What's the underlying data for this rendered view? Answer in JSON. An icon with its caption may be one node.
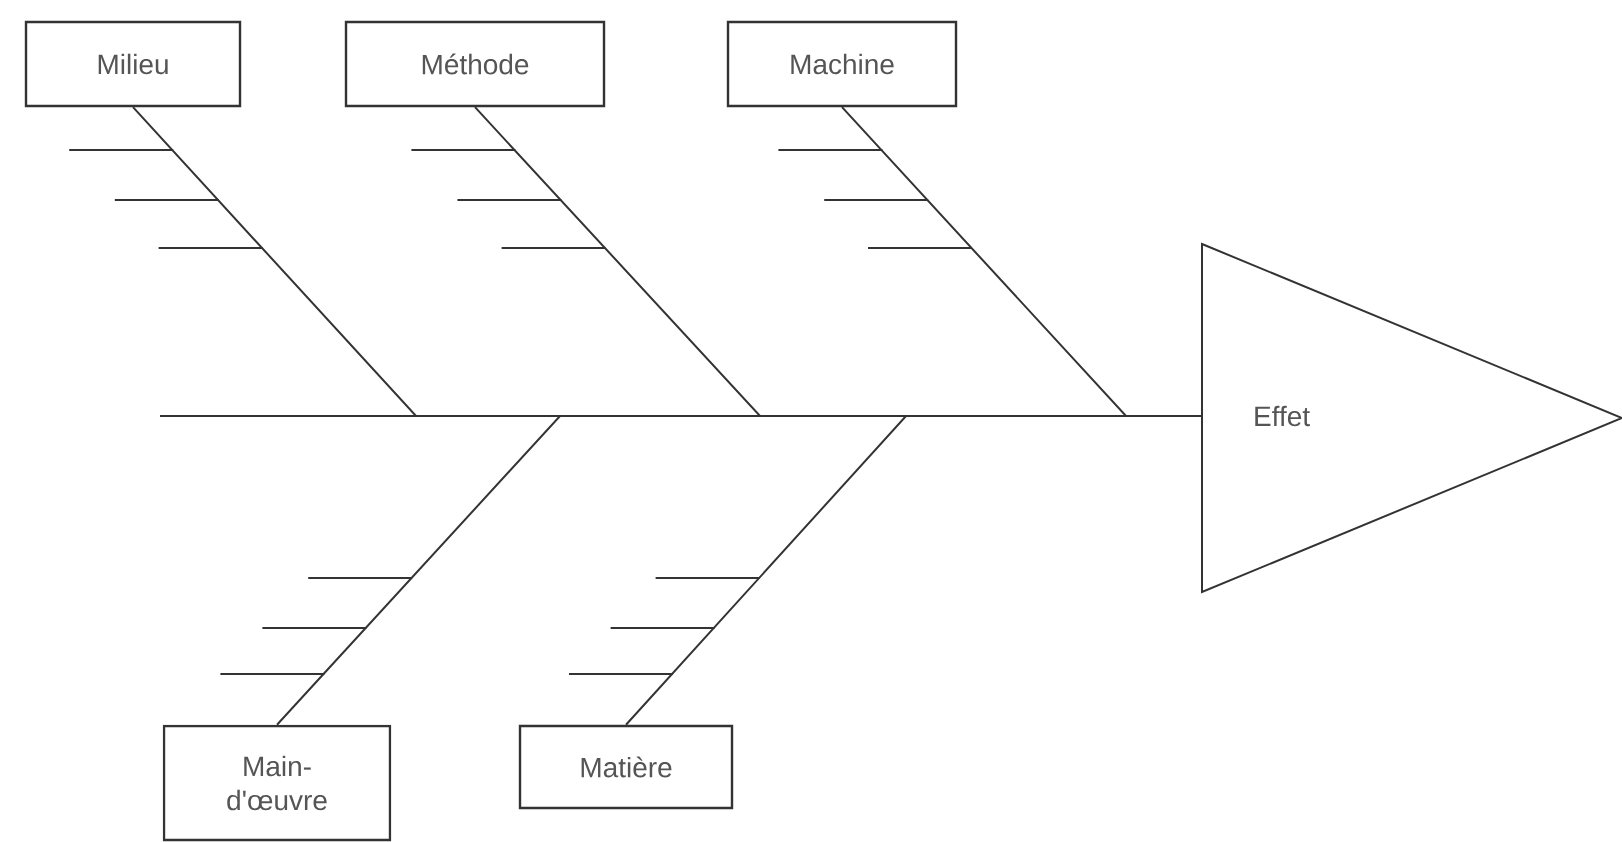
{
  "diagram": {
    "nodes": [
      {
        "text": [
          "Milieu"
        ]
      },
      {
        "text": [
          "Méthode"
        ]
      },
      {
        "text": [
          "Machine"
        ]
      },
      {
        "text": [
          "Main-d'œuvre"
        ]
      },
      {
        "text": [
          "Matière"
        ]
      },
      {
        "text": [
          "Effet"
        ]
      }
    ],
    "edges": [
      {
        "from": 0,
        "to": 5,
        "arrow": "none"
      },
      {
        "from": 1,
        "to": 5,
        "arrow": "none"
      },
      {
        "from": 2,
        "to": 5,
        "arrow": "none"
      },
      {
        "from": 3,
        "to": 5,
        "arrow": "none"
      },
      {
        "from": 4,
        "to": 5,
        "arrow": "none"
      }
    ]
  }
}
